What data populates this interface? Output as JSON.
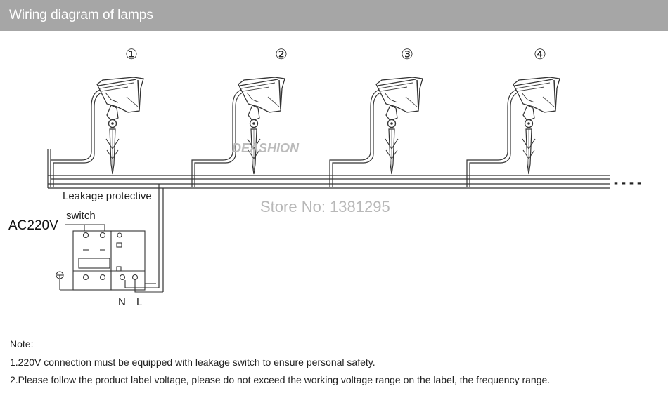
{
  "header": {
    "title": "Wiring diagram of lamps"
  },
  "lamps": [
    {
      "number": "①"
    },
    {
      "number": "②"
    },
    {
      "number": "③"
    },
    {
      "number": "④"
    }
  ],
  "diagram": {
    "breaker_label_line1": "Leakage protective",
    "breaker_label_line2": "switch",
    "supply_label": "AC220V",
    "neutral_label": "N",
    "live_label": "L",
    "continuation": "- - - -"
  },
  "watermarks": {
    "brand": "DEASHION",
    "store": "Store No: 1381295"
  },
  "notes": {
    "heading": "Note:",
    "items": [
      "1.220V connection must be equipped with leakage switch to ensure personal safety.",
      "2.Please follow the product label voltage, please do not exceed the working voltage range on the label, the frequency range."
    ]
  },
  "colors": {
    "header_bg": "#a6a6a6",
    "header_text": "#ffffff",
    "line": "#333333",
    "watermark": "#b8b8b8"
  }
}
